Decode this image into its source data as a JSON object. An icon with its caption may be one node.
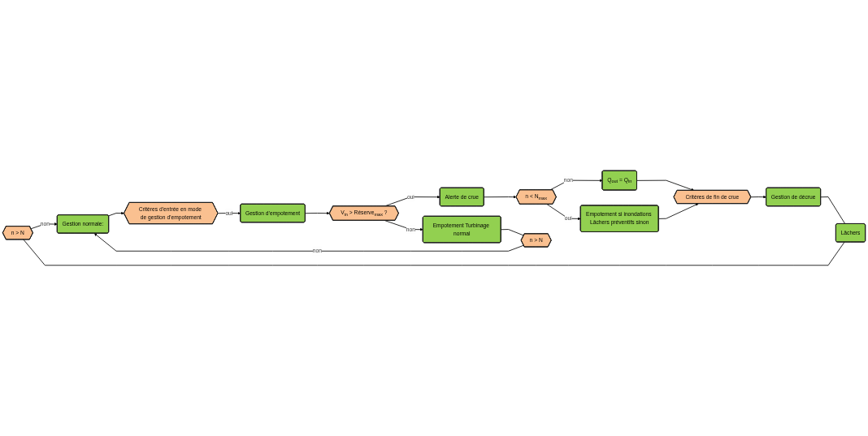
{
  "diagram": {
    "nodes": [
      {
        "text": [
          "n > N"
        ]
      },
      {
        "text": [
          "Lâchers"
        ]
      },
      {
        "text": [
          "Gestion normale:"
        ]
      },
      {
        "text": [
          "Gestion d’empotement"
        ]
      },
      {
        "text": [
          "Alerte de crue"
        ]
      },
      {
        "text": [
          "Gestion de décrue"
        ]
      },
      {
        "text": [
          "Critères d’entrée en mode de gestion d’empotement"
        ]
      },
      {
        "text": [
          "V$_{in}$ > Réserve$_{max}$ ?"
        ]
      },
      {
        "text": [
          "n < N$_{max}$"
        ]
      },
      {
        "text": [
          "Q$_{out}$ = Q$_{in}$"
        ]
      },
      {
        "text": [
          "Empotement Turbinage normal"
        ]
      },
      {
        "text": [
          "Empotement si inondations Lâchers préventifs sinon"
        ]
      },
      {
        "text": [
          "Critères de fin de crue"
        ]
      },
      {
        "text": [
          "n > N"
        ]
      }
    ],
    "edges": [
      {
        "from": 5,
        "to": 1,
        "arrow": "none"
      },
      {
        "from": 1,
        "to": 0,
        "arrow": "none"
      },
      {
        "from": 0,
        "to": 2,
        "arrow": "to",
        "label": "non"
      },
      {
        "from": 2,
        "to": 6,
        "arrow": "to"
      },
      {
        "from": 6,
        "to": 3,
        "arrow": "to",
        "label": "oui"
      },
      {
        "from": 3,
        "to": 7,
        "arrow": "to"
      },
      {
        "from": 7,
        "to": 4,
        "arrow": "to",
        "label": "oui"
      },
      {
        "from": 7,
        "to": 10,
        "arrow": "to",
        "label": "non"
      },
      {
        "from": 4,
        "to": 8,
        "arrow": "to"
      },
      {
        "from": 8,
        "to": 9,
        "arrow": "to",
        "label": "non"
      },
      {
        "from": 8,
        "to": 11,
        "arrow": "to",
        "label": "oui"
      },
      {
        "from": 9,
        "to": 12,
        "arrow": "to"
      },
      {
        "from": 11,
        "to": 12,
        "arrow": "to"
      },
      {
        "from": 12,
        "to": 5,
        "arrow": "to"
      },
      {
        "from": 10,
        "to": 13,
        "arrow": "none"
      },
      {
        "from": 13,
        "to": 2,
        "arrow": "to",
        "label": "non"
      }
    ]
  }
}
